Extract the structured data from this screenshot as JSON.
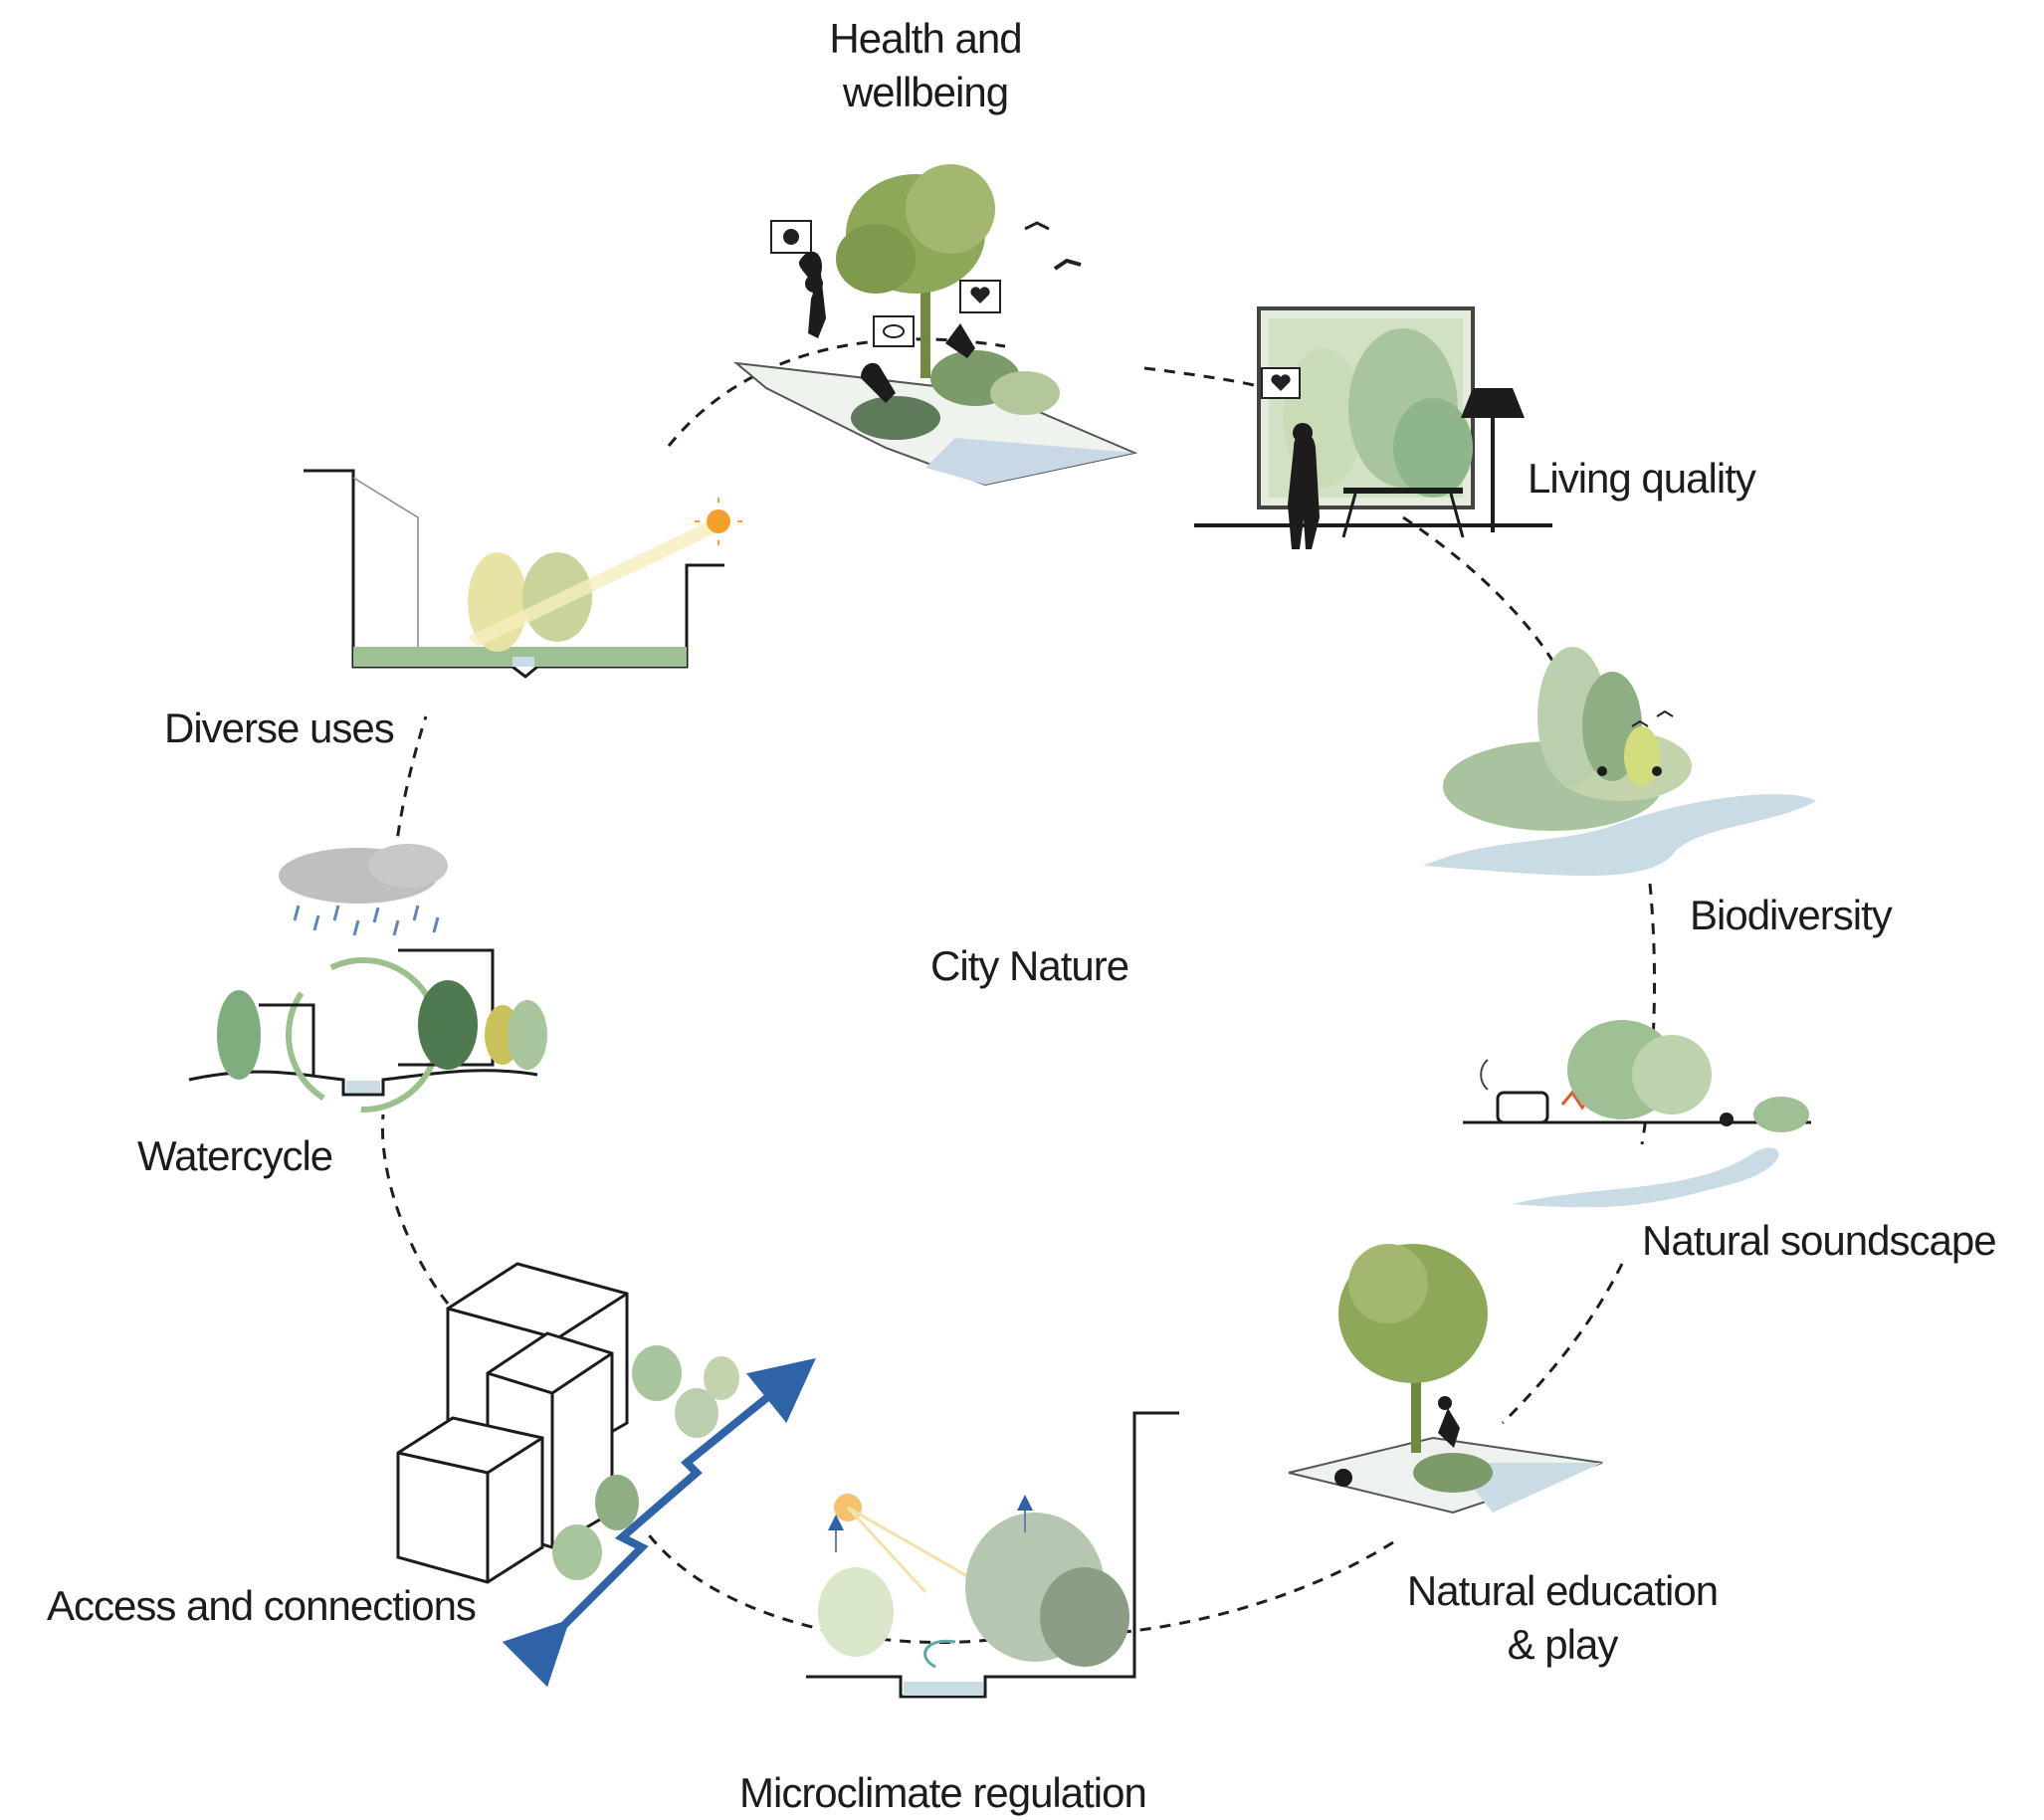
{
  "diagram": {
    "center_label": "City Nature",
    "nodes": [
      {
        "id": "health",
        "label": "Health and\nwellbeing",
        "icon": "park-people-tree-icon"
      },
      {
        "id": "living",
        "label": "Living quality",
        "icon": "window-view-icon"
      },
      {
        "id": "biodiversity",
        "label": "Biodiversity",
        "icon": "wetland-habitat-icon"
      },
      {
        "id": "soundscape",
        "label": "Natural soundscape",
        "icon": "soundscape-road-icon"
      },
      {
        "id": "education",
        "label": "Natural education\n& play",
        "icon": "playground-tree-icon"
      },
      {
        "id": "microclimate",
        "label": "Microclimate regulation",
        "icon": "street-section-sun-icon"
      },
      {
        "id": "access",
        "label": "Access and connections",
        "icon": "buildings-route-icon"
      },
      {
        "id": "watercycle",
        "label": "Watercycle",
        "icon": "rain-cycle-icon"
      },
      {
        "id": "diverse",
        "label": "Diverse uses",
        "icon": "courtyard-section-icon"
      }
    ]
  }
}
